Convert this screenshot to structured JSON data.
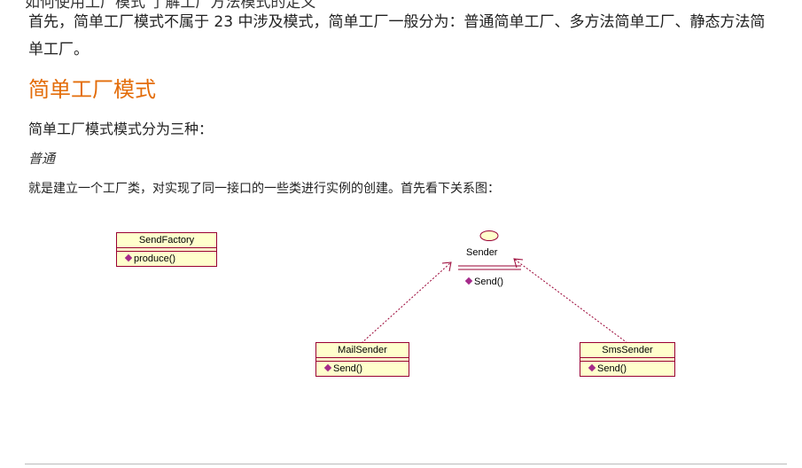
{
  "cut_line": "如何使用工厂模式 了解工厂方法模式的定义",
  "intro": "首先，简单工厂模式不属于 23 中涉及模式，简单工厂一般分为：普通简单工厂、多方法简单工厂、静态方法简单工厂。",
  "heading": "简单工厂模式",
  "para1": "简单工厂模式模式分为三种：",
  "subhead": "普通",
  "para2": "就是建立一个工厂类，对实现了同一接口的一些类进行实例的创建。首先看下关系图：",
  "diagram": {
    "factory": {
      "name": "SendFactory",
      "op": "produce()"
    },
    "interface": {
      "name": "Sender",
      "op": "Send()"
    },
    "mail": {
      "name": "MailSender",
      "op": "Send()"
    },
    "sms": {
      "name": "SmsSender",
      "op": "Send()"
    },
    "colors": {
      "box_fill": "#ffffcc",
      "box_border": "#990033",
      "relation": "#990033",
      "heading": "#e36c09"
    }
  }
}
